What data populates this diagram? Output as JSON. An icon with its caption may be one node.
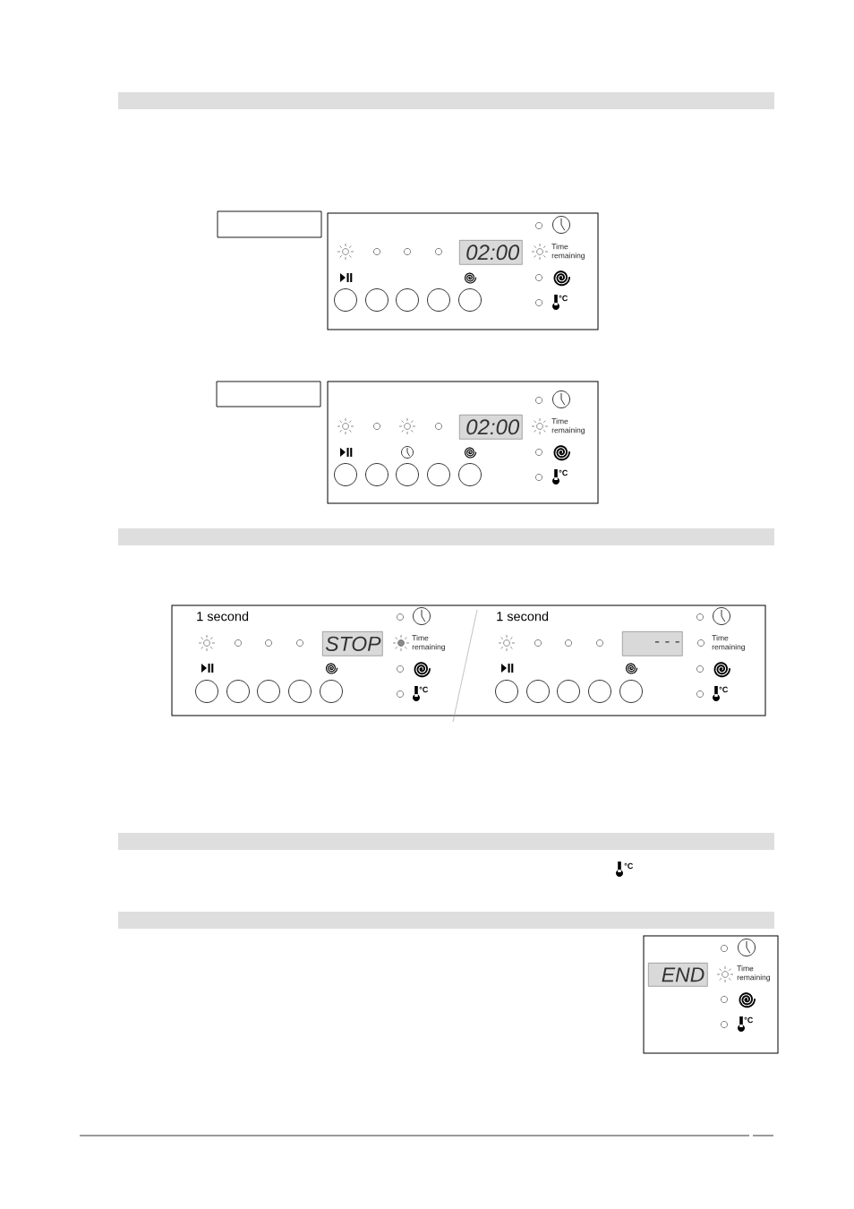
{
  "diagram": {
    "labels": [
      "02:00",
      "Time remaining",
      "°C",
      "02:00",
      "Time remaining",
      "°C",
      "1 second",
      "STOP",
      "Time remaining",
      "°C",
      "1 second",
      "- - -",
      "Time remaining",
      "°C",
      "°C",
      "END",
      "Time remaining",
      "°C"
    ]
  }
}
